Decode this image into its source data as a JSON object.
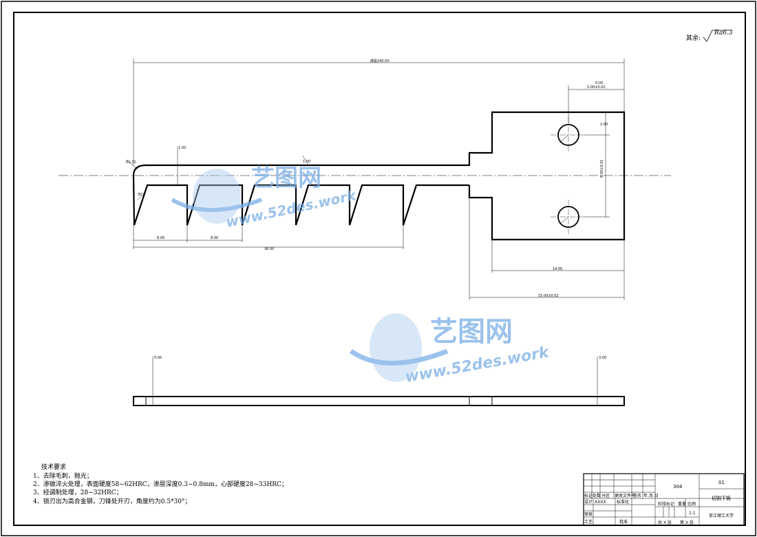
{
  "roughness": {
    "prefix": "其余:",
    "value": "Ra6.3"
  },
  "dimensions": {
    "overall_length": "總長140.00",
    "hole_offset": "5.00±0.02",
    "hole_offset_tol": "0.00",
    "tip_radius": "R1.72",
    "tooth_depth": "1.00",
    "tooth_angle": "30°",
    "slot_width": "1.00",
    "hole_height": "2.00",
    "hole_spacing": "8.00±0.01",
    "head_width": "14.00",
    "pitch_1": "8.00",
    "pitch_2": "8.00",
    "teeth_span": "36.00",
    "head_length": "15.00±0.02",
    "side_left": "5.00",
    "side_right": "3.00"
  },
  "tech_requirements": {
    "title": "技术要求",
    "items": [
      "1、去除毛刺，抛光；",
      "2、渗碳淬火处理，表面硬度58~62HRC，渗层深度0.3~0.8mm，心部硬度28~33HRC；",
      "3、经调制处理，28~32HRC；",
      "4、锁刃出为高合金钢，刀锋处开刃，角度约为0.5*30°；"
    ]
  },
  "title_block": {
    "material": "304",
    "drawing_no": "01",
    "part_name": "切割下板",
    "school": "浙江理工大学",
    "row_labels": [
      "标记",
      "设计",
      "审核",
      "工艺"
    ],
    "designer": "XXXX",
    "standardize": "标准化",
    "stage_mark": "阶段标记",
    "weight": "重量",
    "scale_label": "比例",
    "scale_value": "1:1",
    "sheet_total": "共 X 张",
    "sheet_no": "第 X 张",
    "approve": "批准",
    "col_labels": [
      "处数",
      "分区",
      "更改文件号",
      "签名",
      "年.月.日"
    ]
  },
  "watermark": {
    "cn": "艺图网",
    "url": "www.52des.work"
  }
}
